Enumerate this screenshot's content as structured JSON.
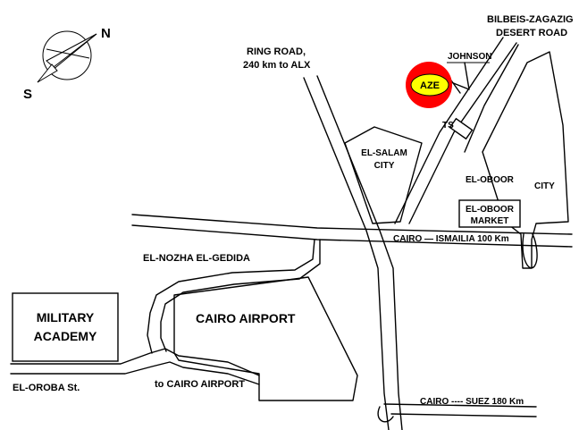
{
  "compass": {
    "north": "N",
    "south": "S"
  },
  "roads": {
    "bilbeis_line1": "BILBEIS-ZAGAZIG",
    "bilbeis_line2": "DESERT ROAD",
    "ring_line1": "RING ROAD,",
    "ring_line2": "240 km to ALX",
    "johnson": "JOHNSON",
    "ts": "TS",
    "cairo_ismailia": "CAIRO — ISMAILIA  100 Km",
    "cairo_suez": "CAIRO ---- SUEZ 180 Km",
    "el_oroba": "EL-OROBA St.",
    "to_airport": "to CAIRO AIRPORT"
  },
  "places": {
    "aze": "AZE",
    "el_salam_line1": "EL-SALAM",
    "el_salam_line2": "CITY",
    "el_oboor": "EL-OBOOR",
    "city": "CITY",
    "market_line1": "EL-OBOOR",
    "market_line2": "MARKET",
    "el_nozha": "EL-NOZHA EL-GEDIDA",
    "cairo_airport": "CAIRO AIRPORT",
    "military_line1": "MILITARY",
    "military_line2": "ACADEMY"
  },
  "colors": {
    "aze_fill": "#ffff00",
    "aze_ring": "#ff0000",
    "ink": "#000000"
  }
}
